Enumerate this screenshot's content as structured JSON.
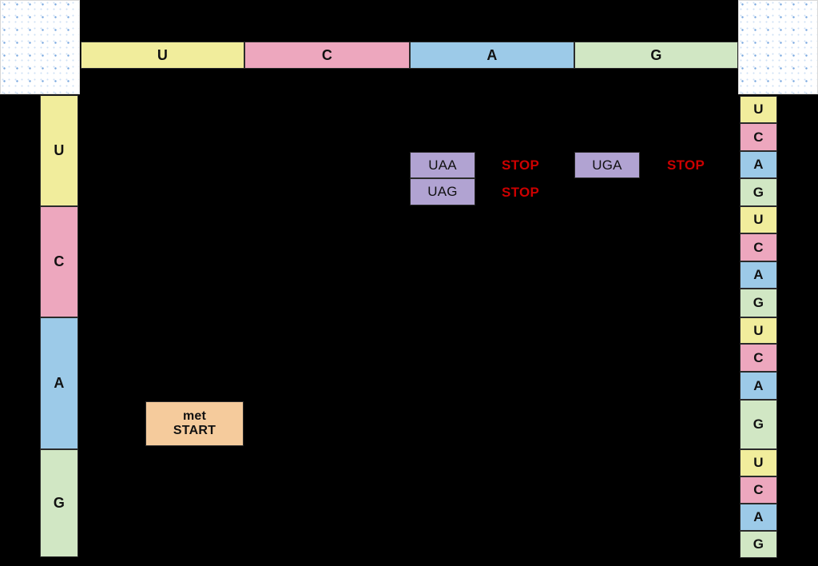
{
  "figure": {
    "title": "",
    "background_color": "#000000",
    "colors": {
      "U": "#F1ED9C",
      "C": "#EDA7BE",
      "A": "#9CCAE8",
      "G": "#D1E7C4",
      "stop_box": "#B1A3D2",
      "start_box": "#F5CB9C",
      "stop_text": "#CC0000",
      "border": "#2b2b2b",
      "paper": "#ffffff",
      "paper_dot": "#7aa8e0"
    }
  },
  "corners": {
    "top_left": {
      "pattern": "dotted-graph-paper"
    },
    "top_right": {
      "pattern": "dotted-graph-paper"
    }
  },
  "header_row": {
    "name": "second-base",
    "cells": [
      {
        "label": "U",
        "base": "U"
      },
      {
        "label": "C",
        "base": "C"
      },
      {
        "label": "A",
        "base": "A"
      },
      {
        "label": "G",
        "base": "G"
      }
    ]
  },
  "left_column": {
    "name": "first-base",
    "cells": [
      {
        "label": "U",
        "base": "U"
      },
      {
        "label": "C",
        "base": "C"
      },
      {
        "label": "A",
        "base": "A"
      },
      {
        "label": "G",
        "base": "G"
      }
    ]
  },
  "right_column": {
    "name": "third-base",
    "cells": [
      {
        "label": "U",
        "base": "U"
      },
      {
        "label": "C",
        "base": "C"
      },
      {
        "label": "A",
        "base": "A"
      },
      {
        "label": "G",
        "base": "G"
      },
      {
        "label": "U",
        "base": "U"
      },
      {
        "label": "C",
        "base": "C"
      },
      {
        "label": "A",
        "base": "A"
      },
      {
        "label": "G",
        "base": "G"
      },
      {
        "label": "U",
        "base": "U"
      },
      {
        "label": "C",
        "base": "C"
      },
      {
        "label": "A",
        "base": "A"
      },
      {
        "label": "G",
        "base": "G"
      },
      {
        "label": "U",
        "base": "U"
      },
      {
        "label": "C",
        "base": "C"
      },
      {
        "label": "A",
        "base": "A"
      },
      {
        "label": "G",
        "base": "G"
      }
    ]
  },
  "codon_boxes": [
    {
      "id": "uaa",
      "label": "UAA",
      "color": "stop_box"
    },
    {
      "id": "uag",
      "label": "UAG",
      "color": "stop_box"
    },
    {
      "id": "uga",
      "label": "UGA",
      "color": "stop_box"
    }
  ],
  "stop_labels": [
    {
      "id": "stop-uaa",
      "label": "STOP"
    },
    {
      "id": "stop-uag",
      "label": "STOP"
    },
    {
      "id": "stop-uga",
      "label": "STOP"
    }
  ],
  "start_box": {
    "id": "aug-start",
    "line1": "met",
    "line2": "START",
    "label": "met\nSTART",
    "color": "start_box"
  }
}
